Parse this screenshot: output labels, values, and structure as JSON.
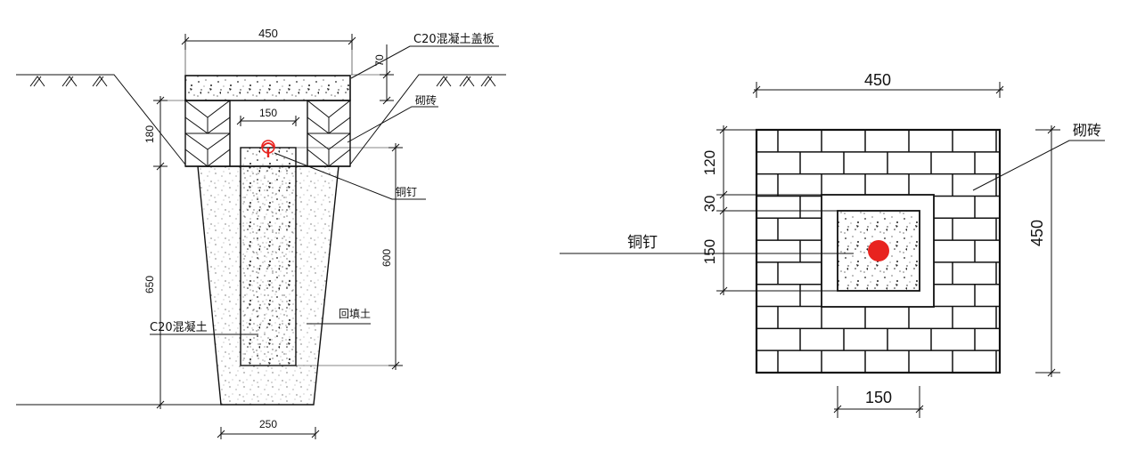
{
  "section_view": {
    "dimensions": {
      "cover_width": "450",
      "cover_thickness": "70",
      "inner_width": "150",
      "brick_height": "180",
      "pit_depth": "650",
      "core_depth": "600",
      "base_width": "250"
    },
    "labels": {
      "cover_slab": "C20混凝土盖板",
      "brick": "砌砖",
      "copper_nail": "铜钉",
      "concrete": "C20混凝土",
      "backfill": "回填土"
    }
  },
  "plan_view": {
    "dimensions": {
      "top_width": "450",
      "right_height": "450",
      "left_120": "120",
      "left_30": "30",
      "left_150": "150",
      "bottom_width": "150"
    },
    "labels": {
      "brick": "砌砖",
      "copper_nail": "铜钉"
    }
  },
  "colors": {
    "line": "#111111",
    "copper_nail": "#e8231f",
    "copper_nail_outline": "#e8231f"
  }
}
